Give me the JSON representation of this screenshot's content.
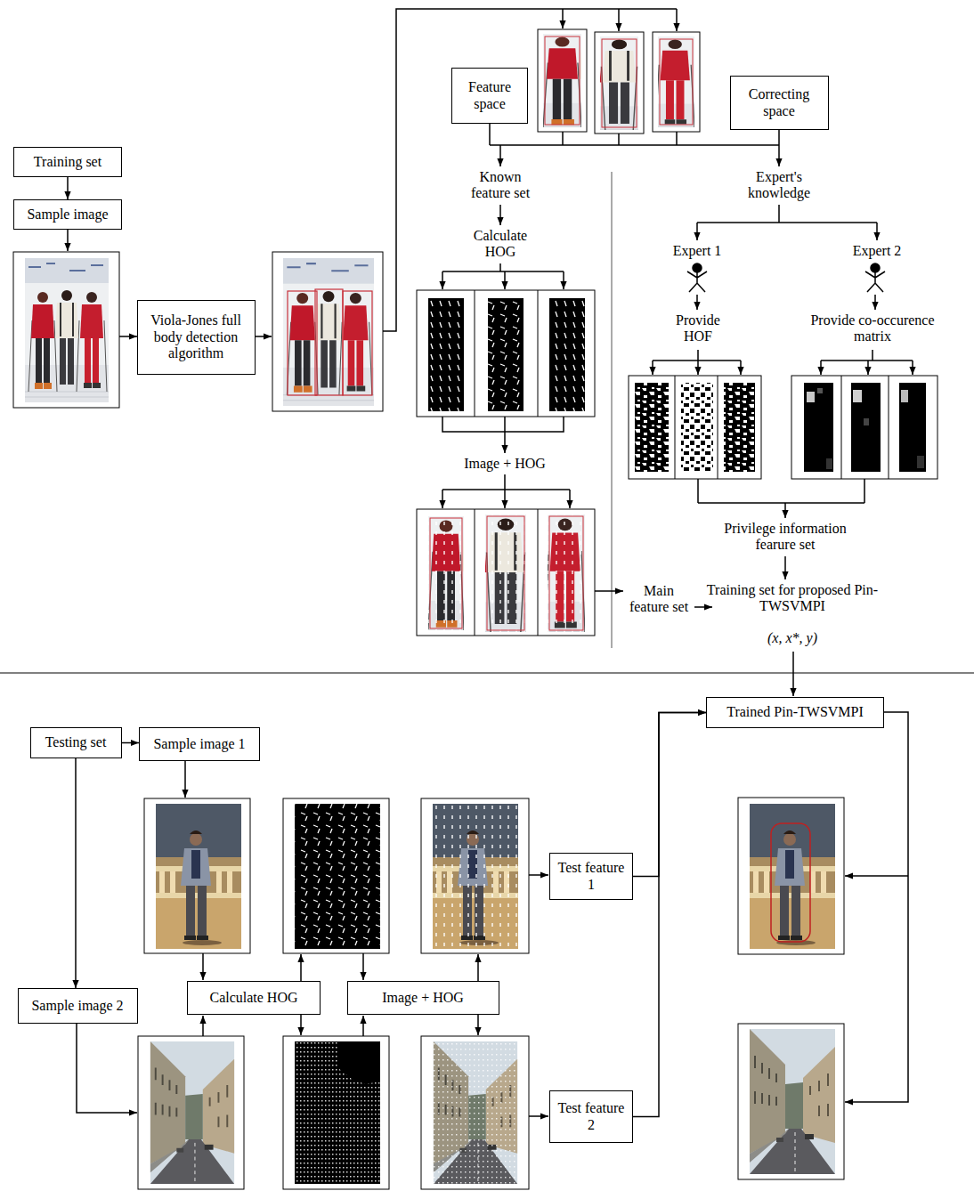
{
  "diagram": {
    "nodes": [
      {
        "text": [
          "Training set"
        ]
      },
      {
        "text": [
          "Sample image"
        ]
      },
      {
        "text": [
          "Viola-Jones full body detection algorithm"
        ]
      },
      {
        "text": [
          "Feature space"
        ]
      },
      {
        "text": [
          "Correcting space"
        ]
      },
      {
        "text": [
          "Testing set"
        ]
      },
      {
        "text": [
          "Sample image 1"
        ]
      },
      {
        "text": [
          "Trained Pin-TWSVMPI"
        ]
      },
      {
        "text": [
          "Test feature 1"
        ]
      },
      {
        "text": [
          "Calculate HOG"
        ]
      },
      {
        "text": [
          "Image + HOG"
        ]
      },
      {
        "text": [
          "Sample image 2"
        ]
      },
      {
        "text": [
          "Test feature 2"
        ]
      }
    ],
    "edges": [
      {
        "from": 0,
        "to": 1,
        "arrow": "to"
      },
      {
        "from": 5,
        "to": 6,
        "arrow": "to"
      },
      {
        "from": 5,
        "to": 11,
        "arrow": "to"
      },
      {
        "from": 8,
        "to": 7,
        "arrow": "to"
      },
      {
        "from": 12,
        "to": 7,
        "arrow": "to"
      }
    ],
    "labels": [
      "Known feature set",
      "Calculate HOG",
      "Image + HOG",
      "Main feature set",
      "Expert's knowledge",
      "Expert 1",
      "Expert 2",
      "Provide HOF",
      "Provide co-occurence matrix",
      "Privilege information fearure set",
      "Training set for proposed Pin-TWSVMPI",
      "(x, x*, y)"
    ]
  }
}
